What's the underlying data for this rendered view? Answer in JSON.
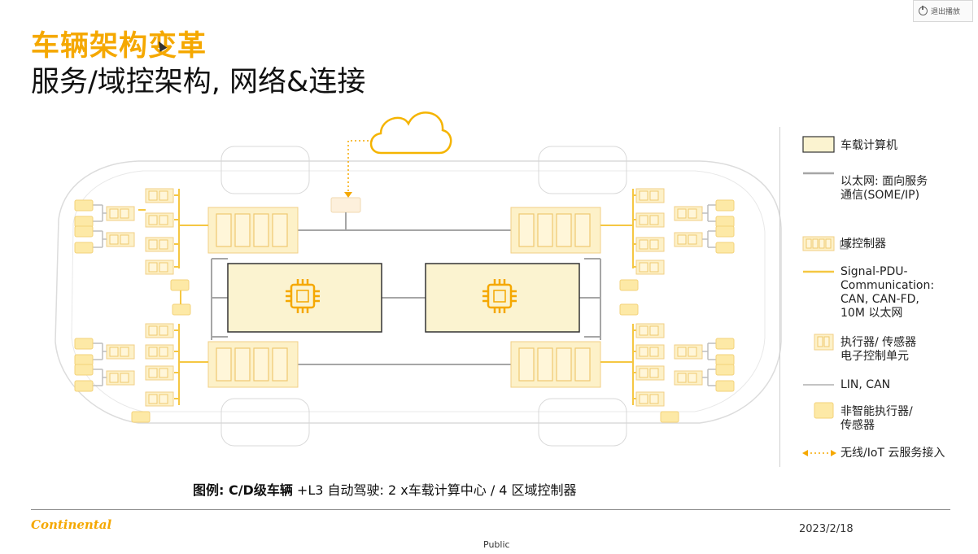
{
  "topbar": {
    "exit_label": "退出播放"
  },
  "header": {
    "title": "车辆架构变革",
    "subtitle": "服务/域控架构, 网络&连接"
  },
  "legend": [
    {
      "label": "车载计算机"
    },
    {
      "label": "以太网: 面向服务\n通信(SOME/IP)"
    },
    {
      "label": "域控制器"
    },
    {
      "label": "Signal-PDU-\nCommunication:\nCAN, CAN-FD,\n10M 以太网"
    },
    {
      "label": "执行器/ 传感器\n电子控制单元"
    },
    {
      "label": "LIN, CAN"
    },
    {
      "label": "非智能执行器/\n传感器"
    },
    {
      "label": "无线/IoT 云服务接入"
    }
  ],
  "caption": {
    "bold": "图例: C/D级车辆",
    "rest": " +L3 自动驾驶: 2 x车载计算中心 / 4 区域控制器"
  },
  "footer": {
    "logo": "Continental",
    "date": "2023/2/18",
    "classification": "Public"
  },
  "colors": {
    "accent": "#f5a800",
    "light_fill": "#fdf1c8",
    "compute_fill": "#fbf3d0",
    "ethernet": "#a6a6a6",
    "signal": "#f5c742"
  }
}
